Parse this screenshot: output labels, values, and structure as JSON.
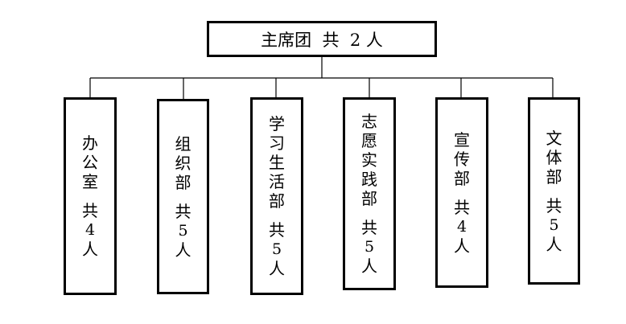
{
  "top": {
    "label": "主席团  共  2 人"
  },
  "departments": [
    {
      "name": "办公室",
      "gong": "共",
      "count": "4",
      "ren": "人"
    },
    {
      "name": "组织部",
      "gong": "共",
      "count": "5",
      "ren": "人"
    },
    {
      "name": "学习生活部",
      "gong": "共",
      "count": "5",
      "ren": "人"
    },
    {
      "name": "志愿实践部",
      "gong": "共",
      "count": "5",
      "ren": "人"
    },
    {
      "name": "宣传部",
      "gong": "共",
      "count": "4",
      "ren": "人"
    },
    {
      "name": "文体部",
      "gong": "共",
      "count": "5",
      "ren": "人"
    }
  ]
}
